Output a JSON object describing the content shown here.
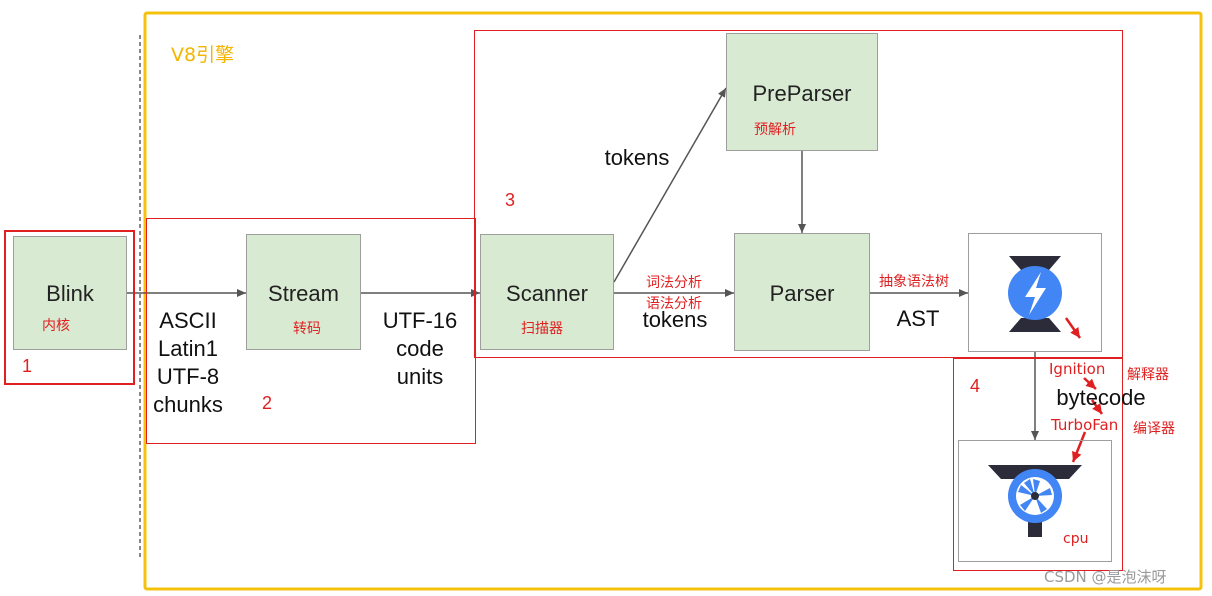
{
  "engine_label": "V8引擎",
  "nodes": {
    "blink": {
      "title": "Blink",
      "note": "内核"
    },
    "stream": {
      "title": "Stream",
      "note": "转码"
    },
    "scanner": {
      "title": "Scanner",
      "note": "扫描器"
    },
    "preparser": {
      "title": "PreParser",
      "note": "预解析"
    },
    "parser": {
      "title": "Parser"
    },
    "ignition": {
      "note": ""
    },
    "turbofan": {
      "note": "cpu"
    }
  },
  "edges": {
    "blink_stream": "ASCII\nLatin1\nUTF-8\nchunks",
    "stream_scanner": "UTF-16\ncode\nunits",
    "scanner_preparser": "tokens",
    "scanner_parser": "tokens",
    "scanner_parser_note1": "词法分析",
    "scanner_parser_note2": "语法分析",
    "parser_ignition": "AST",
    "parser_ignition_note": "抽象语法树",
    "ignition_turbofan": "bytecode"
  },
  "annotations": {
    "ignition": "Ignition",
    "ignition_desc": "解释器",
    "turbofan": "TurboFan",
    "turbofan_desc": "编译器"
  },
  "region_numbers": [
    "1",
    "2",
    "3",
    "4"
  ],
  "watermark": "CSDN @是泡沫呀",
  "colors": {
    "node_fill": "#d9ead3",
    "engine_border": "#f4c20d",
    "annotation": "#e02020",
    "arrow": "#555555"
  }
}
